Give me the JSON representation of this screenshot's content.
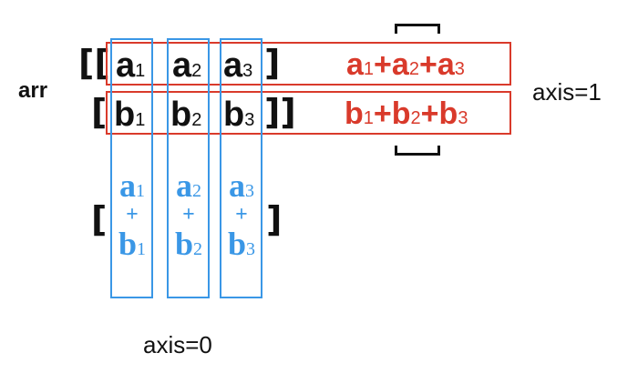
{
  "variable_label": "arr",
  "row_a": [
    "a",
    "a",
    "a"
  ],
  "row_b": [
    "b",
    "b",
    "b"
  ],
  "indices": [
    "1",
    "2",
    "3"
  ],
  "plus_sign": "+",
  "row_sum_a": [
    "a",
    "1",
    "+",
    "a",
    "2",
    "+",
    "a",
    "3"
  ],
  "row_sum_b": [
    "b",
    "1",
    "+",
    "b",
    "2",
    "+",
    "b",
    "3"
  ],
  "axis_labels": {
    "axis0": "axis=0",
    "axis1": "axis=1"
  },
  "brackets": {
    "outer_open": "[[",
    "inner_open": "[",
    "close_row1": "]",
    "close_row2": "]]",
    "result_open": "[",
    "result_close": "]"
  },
  "colors": {
    "text": "#111111",
    "row_sum": "#d93a2b",
    "column_sum": "#3a97e6",
    "row_box": "#d93a2b",
    "column_box": "#3a97e6"
  }
}
